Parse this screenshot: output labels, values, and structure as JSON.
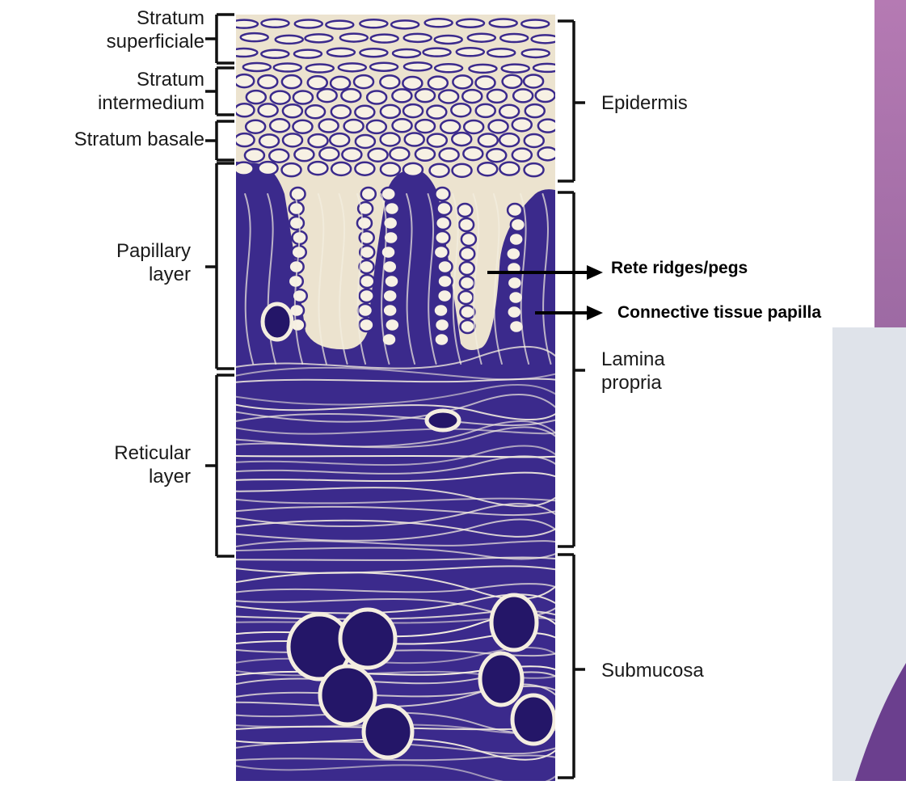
{
  "left_labels": {
    "superficiale": [
      "Stratum",
      "superficiale"
    ],
    "intermedium": [
      "Stratum",
      "intermedium"
    ],
    "basale": "Stratum basale",
    "papillary": [
      "Papillary",
      "layer"
    ],
    "reticular": [
      "Reticular",
      "layer"
    ]
  },
  "right_labels": {
    "epidermis": "Epidermis",
    "lamina": [
      "Lamina",
      "propria"
    ],
    "submucosa": "Submucosa"
  },
  "arrows": {
    "rete": "Rete ridges/pegs",
    "papilla": "Connective tissue papilla"
  },
  "colors": {
    "tissue": "#3b2a8c",
    "tissue_dark": "#241668",
    "fiber": "#f4eee0",
    "text": "#1a1a1a",
    "photo_pink": "#b57ab3",
    "photo_light": "#dfe3ea"
  }
}
